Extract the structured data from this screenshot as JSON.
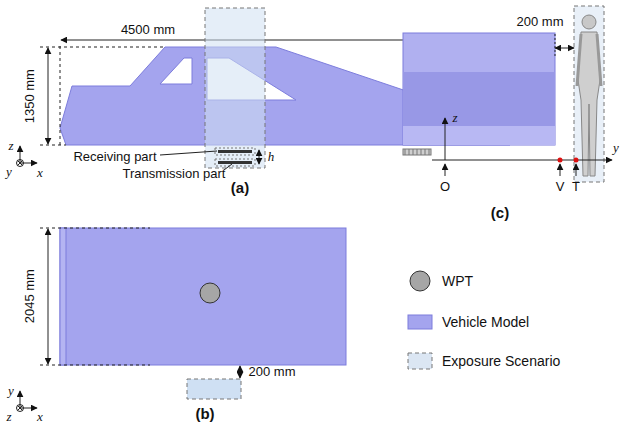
{
  "diagram": {
    "labels": [
      "4500 mm",
      "1350 mm",
      "Receiving part",
      "Transmission part",
      "h",
      "z",
      "y",
      "x",
      "(a)",
      "2045 mm",
      "200 mm",
      "y",
      "x",
      "z",
      "(b)",
      "200 mm",
      "z",
      "y",
      "O",
      "V",
      "T",
      "(c)"
    ],
    "legend": [
      {
        "text": "WPT",
        "color": "#a6a6a6"
      },
      {
        "text": "Vehicle Model",
        "color": "#a4a4ee"
      },
      {
        "text": "Exposure Scenario"
      }
    ]
  }
}
